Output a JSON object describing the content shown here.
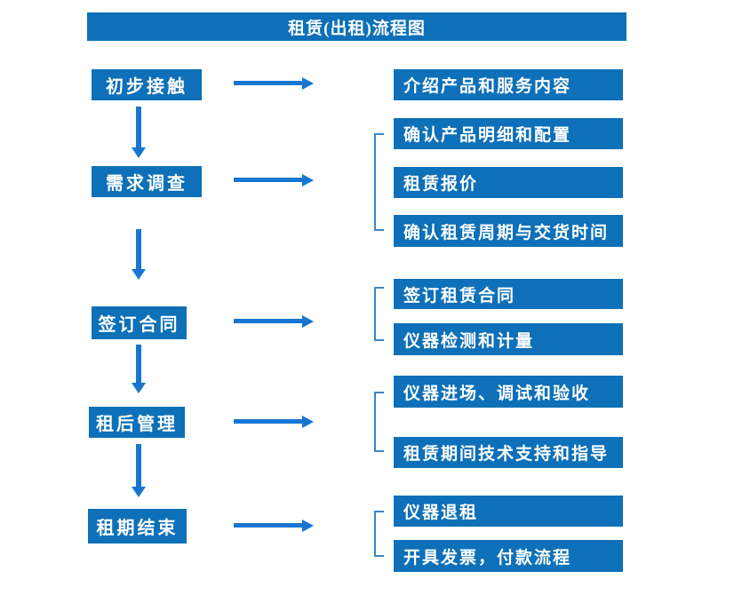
{
  "title": "租赁(出租)流程图",
  "colors": {
    "box_blue": "#0d70b8",
    "arrow_blue": "#1776d1",
    "bracket_blue": "#3d85c6",
    "text_white": "#ffffff"
  },
  "flow": {
    "steps": [
      "初步接触",
      "需求调查",
      "签订合同",
      "租后管理",
      "租期结束"
    ],
    "groups": [
      {
        "items": [
          "介绍产品和服务内容"
        ]
      },
      {
        "items": [
          "确认产品明细和配置",
          "租赁报价",
          "确认租赁周期与交货时间"
        ]
      },
      {
        "items": [
          "签订租赁合同",
          "仪器检测和计量"
        ]
      },
      {
        "items": [
          "仪器进场、调试和验收",
          "租赁期间技术支持和指导"
        ]
      },
      {
        "items": [
          "仪器退租",
          "开具发票，付款流程"
        ]
      }
    ]
  }
}
